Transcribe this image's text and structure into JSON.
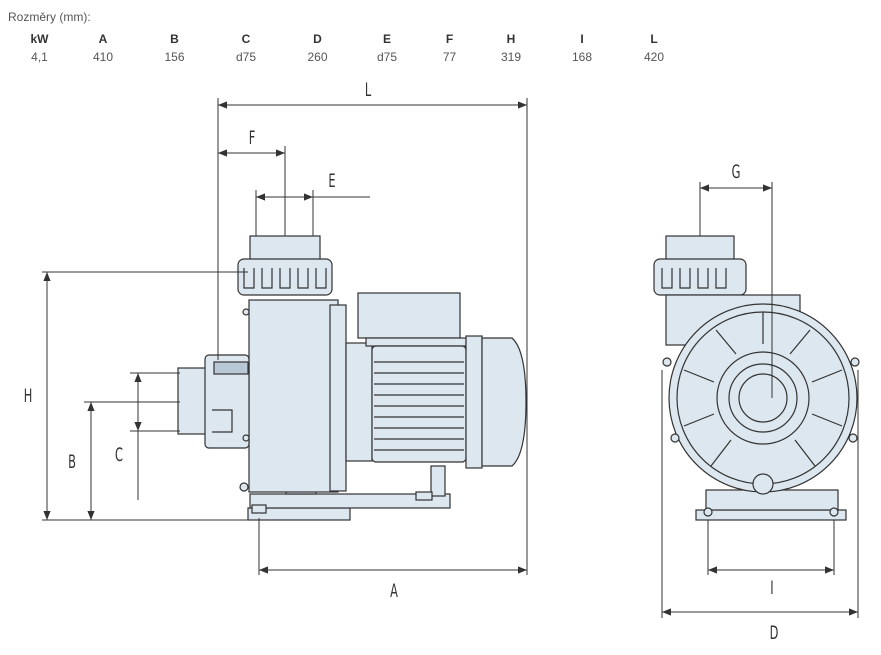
{
  "caption": "Rozměry (mm):",
  "table": {
    "headers": [
      "kW",
      "A",
      "B",
      "C",
      "D",
      "E",
      "F",
      "H",
      "I",
      "L"
    ],
    "values": [
      "4,1",
      "410",
      "156",
      "d75",
      "260",
      "d75",
      "77",
      "319",
      "168",
      "420"
    ]
  },
  "labels": {
    "L": "L",
    "F": "F",
    "E": "E",
    "H": "H",
    "B": "B",
    "C": "C",
    "A": "A",
    "G": "G",
    "I": "I",
    "D": "D"
  },
  "colors": {
    "body": "#dde7ef",
    "line": "#333333",
    "dim": "#333333"
  }
}
